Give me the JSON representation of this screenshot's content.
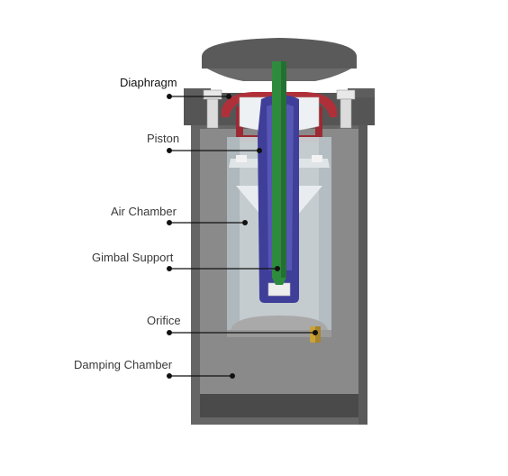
{
  "labels": [
    {
      "id": "diaphragm",
      "text": "Diaphragm"
    },
    {
      "id": "piston",
      "text": "Piston"
    },
    {
      "id": "air-chamber",
      "text": "Air Chamber"
    },
    {
      "id": "gimbal-support",
      "text": "Gimbal Support"
    },
    {
      "id": "orifice",
      "text": "Orifice"
    },
    {
      "id": "damping-chamber",
      "text": "Damping Chamber"
    }
  ],
  "colors": {
    "housing": "#6b6b6b",
    "housing_dark": "#4d4d4d",
    "interior": "#8c8c8c",
    "glass": "#c9d2d6",
    "piston": "#3f3f9a",
    "rod": "#2e8b3e",
    "diaphragm": "#b0303a",
    "orifice": "#c9a23a",
    "leader": "#111111"
  }
}
